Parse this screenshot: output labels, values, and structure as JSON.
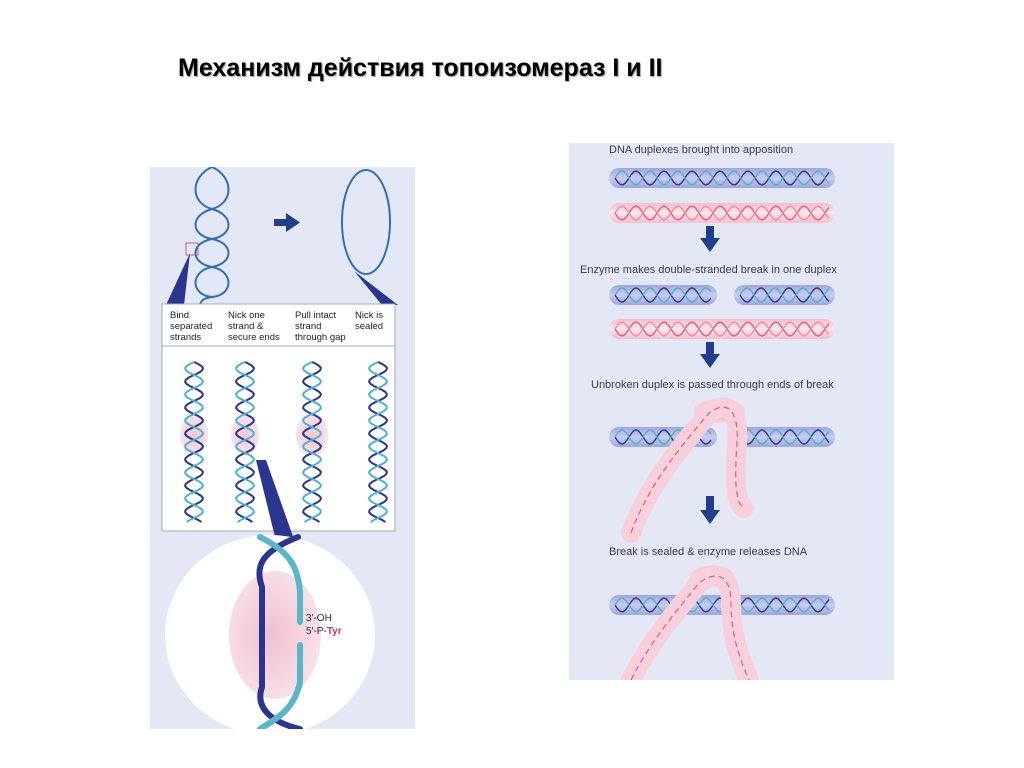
{
  "title": "Механизм действия топоизомераз I и II",
  "left_panel": {
    "steps": [
      {
        "line1": "Bind",
        "line2": "separated",
        "line3": "strands"
      },
      {
        "line1": "Nick one",
        "line2": "strand &",
        "line3": "secure ends"
      },
      {
        "line1": "Pull intact",
        "line2": "strand",
        "line3": "through gap"
      },
      {
        "line1": "Nick is",
        "line2": "sealed",
        "line3": ""
      }
    ],
    "zoom_labels": {
      "oh": "3'-OH",
      "p_prefix": "5'-P-",
      "tyr": "Tyr"
    }
  },
  "right_panel": {
    "step1": "DNA duplexes brought into apposition",
    "step2": "Enzyme makes double-stranded break in one duplex",
    "step3": "Unbroken duplex is passed through ends of break",
    "step4": "Break is sealed & enzyme releases DNA"
  },
  "colors": {
    "navy": "#2a3590",
    "teal": "#4fb3c8",
    "pink": "#e75a7c",
    "arrow": "#1f3f8c",
    "panel_bg": "#e4e8f6",
    "duplex_blue": "#b3b9e4",
    "duplex_pink": "#f7d4de"
  }
}
